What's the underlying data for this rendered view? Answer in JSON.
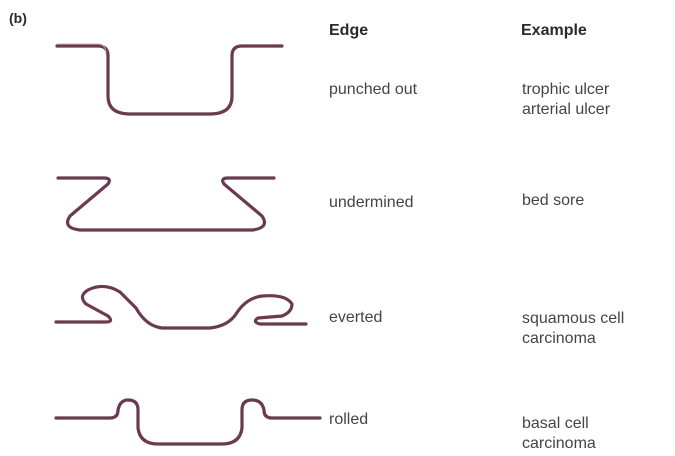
{
  "panel_label": "(b)",
  "headers": {
    "edge": "Edge",
    "example": "Example"
  },
  "rows": [
    {
      "edge": "punched out",
      "example": [
        "trophic ulcer",
        "arterial ulcer"
      ]
    },
    {
      "edge": "undermined",
      "example": [
        "bed sore"
      ]
    },
    {
      "edge": "everted",
      "example": [
        "squamous cell",
        "carcinoma"
      ]
    },
    {
      "edge": "rolled",
      "example": [
        "basal cell",
        "carcinoma"
      ]
    }
  ],
  "colors": {
    "profile_stroke": "#6b3a4e",
    "text": "#444444"
  }
}
